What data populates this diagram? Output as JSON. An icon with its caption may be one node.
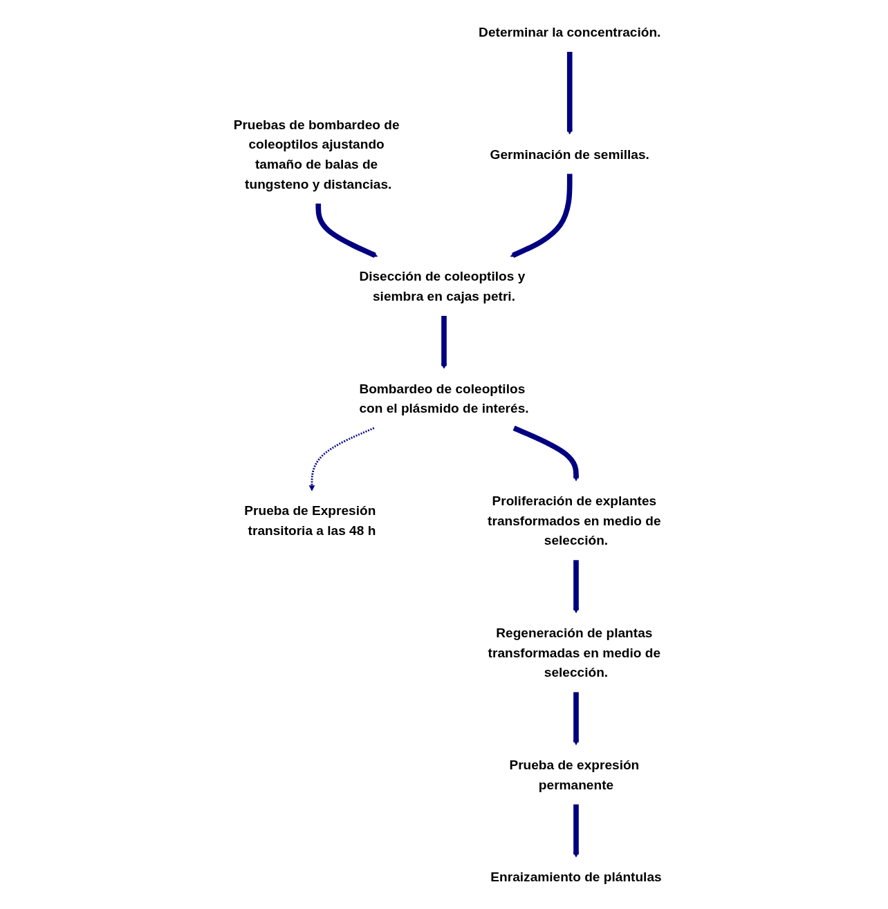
{
  "diagram": {
    "nodes": [
      {
        "text": [
          "Determinar la concentración."
        ]
      },
      {
        "text": [
          "Pruebas de bombardeo de coleoptilos ajustando tamaño de balas de tungsteno y distancias."
        ]
      },
      {
        "text": [
          "Germinación de semillas."
        ]
      },
      {
        "text": [
          "Disección de coleoptilos y siembra en cajas petri."
        ]
      },
      {
        "text": [
          "Bombardeo de coleoptilos con el plásmido de interés."
        ]
      },
      {
        "text": [
          "Prueba de Expresión transitoria a las 48 h"
        ]
      },
      {
        "text": [
          "Regeneración de plantas transformadas en medio de selección."
        ]
      },
      {
        "text": [
          "Proliferación de explantes transformados en medio de selección."
        ]
      },
      {
        "text": [
          "Prueba de expresión permanente"
        ]
      },
      {
        "text": [
          "Enraizamiento de plántulas"
        ]
      }
    ],
    "edges": [
      {
        "from": 0,
        "to": 2,
        "arrow": "to"
      },
      {
        "from": 1,
        "to": 3,
        "arrow": "to"
      },
      {
        "from": 2,
        "to": 3,
        "arrow": "to"
      },
      {
        "from": 3,
        "to": 4,
        "arrow": "to"
      },
      {
        "from": 4,
        "to": 7,
        "arrow": "to"
      },
      {
        "from": 4,
        "to": 5,
        "arrow": "to",
        "style": "dashed"
      },
      {
        "from": 7,
        "to": 6,
        "arrow": "to"
      },
      {
        "from": 6,
        "to": 8,
        "arrow": "to"
      },
      {
        "from": 8,
        "to": 9,
        "arrow": "to"
      }
    ]
  }
}
